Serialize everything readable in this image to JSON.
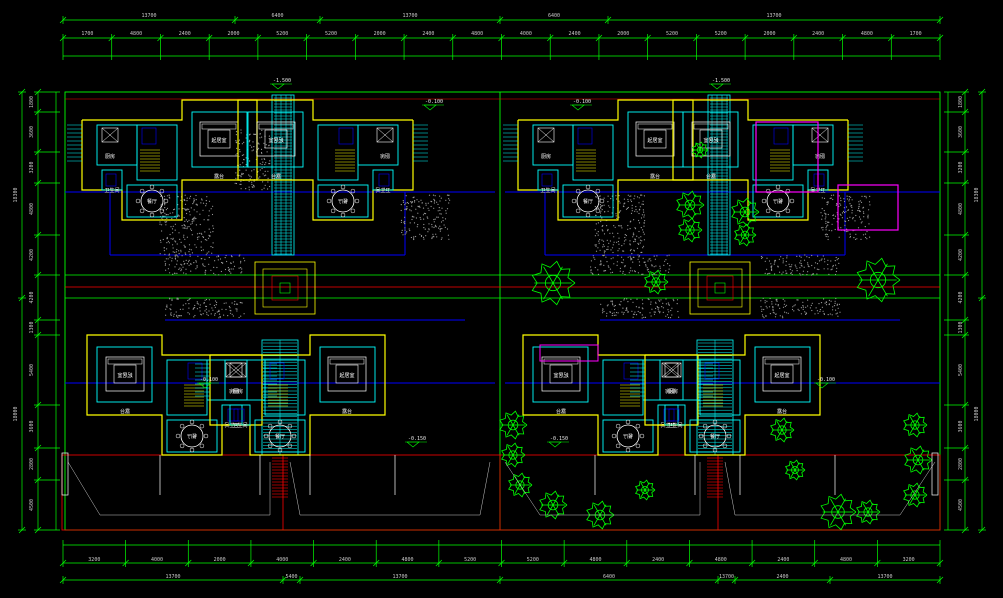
{
  "drawing": {
    "colors": {
      "background": "#000000",
      "dimension": "#00ff00",
      "wall_outer": "#ffff00",
      "wall_inner": "#00ffff",
      "grid_axis": "#0000ff",
      "red_line": "#ff0000",
      "furniture": "#ffffff",
      "hatch": "#808080",
      "tree": "#00ff00",
      "magenta": "#ff00ff"
    },
    "dims_top_overall": [
      "13700",
      "6400",
      "13700",
      "6400",
      "13700"
    ],
    "dims_top_detail": [
      "1700",
      "4800",
      "2400",
      "2000",
      "5200",
      "5200",
      "2000",
      "2400",
      "4800",
      "4000",
      "2400",
      "2000",
      "5200",
      "5200",
      "2000",
      "2400",
      "4800",
      "1700"
    ],
    "dims_bottom_detail": [
      "3200",
      "4000",
      "2000",
      "4000",
      "2400",
      "4800",
      "5200",
      "5200",
      "4800",
      "2400",
      "4800",
      "2400",
      "4800",
      "3200"
    ],
    "dims_bottom_overall": [
      "13700",
      "5400",
      "13700",
      "6400",
      "13700",
      "2400",
      "13700"
    ],
    "dims_left": [
      "1800",
      "3600",
      "3200",
      "4800",
      "4200",
      "4200",
      "1300",
      "5400",
      "3600",
      "2800",
      "4500"
    ],
    "dims_left_overall": [
      "18300",
      "18000"
    ],
    "dims_right": [
      "1800",
      "3600",
      "3200",
      "4800",
      "4200",
      "4200",
      "1300",
      "5400",
      "3600",
      "2800",
      "4500"
    ],
    "dims_right_overall": [
      "18300",
      "18000"
    ],
    "levels": [
      "-1.500",
      "-1.500",
      "-0.100",
      "-0.100",
      "-0.150",
      "-0.150",
      "-0.100",
      "-0.100"
    ],
    "room_labels": {
      "living": "起居室",
      "dining": "餐厅",
      "kitchen": "厨房",
      "bath": "卫生间",
      "garden": "庭院",
      "terrace": "露台",
      "stair": "楼梯",
      "courtyard": "院落"
    }
  }
}
